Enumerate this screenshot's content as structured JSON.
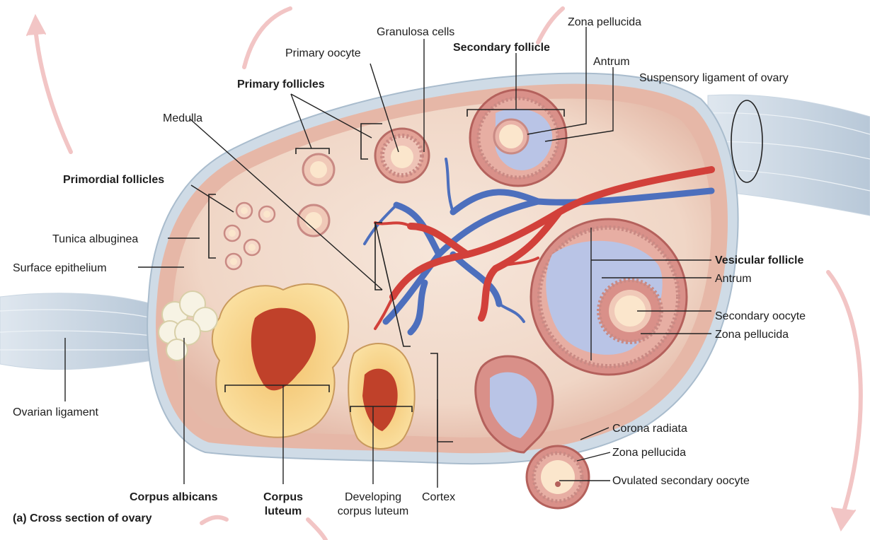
{
  "caption": "(a) Cross section of ovary",
  "labels": {
    "granulosa_cells": "Granulosa cells",
    "primary_oocyte": "Primary oocyte",
    "primary_follicles": "Primary follicles",
    "secondary_follicle": "Secondary follicle",
    "zona_pellucida_top": "Zona pellucida",
    "antrum_top": "Antrum",
    "suspensory_ligament": "Suspensory ligament of ovary",
    "medulla": "Medulla",
    "primordial_follicles": "Primordial follicles",
    "tunica_albuginea": "Tunica albuginea",
    "surface_epithelium": "Surface epithelium",
    "vesicular_follicle": "Vesicular follicle",
    "antrum_right": "Antrum",
    "secondary_oocyte": "Secondary oocyte",
    "zona_pellucida_right": "Zona pellucida",
    "ovarian_ligament": "Ovarian ligament",
    "corona_radiata": "Corona radiata",
    "zona_pellucida_bottom": "Zona pellucida",
    "ovulated_secondary_oocyte": "Ovulated secondary oocyte",
    "corpus_albicans": "Corpus albicans",
    "corpus_luteum_line1": "Corpus",
    "corpus_luteum_line2": "luteum",
    "developing_cl_line1": "Developing",
    "developing_cl_line2": "corpus luteum",
    "cortex": "Cortex"
  },
  "colors": {
    "ovary_fill": "#f3ddd0",
    "ovary_edge": "#b9c7d6",
    "cortex_tint": "#e8bfb0",
    "follicle_ring": "#c98a84",
    "antrum_fluid": "#b9c4e6",
    "oocyte": "#fbe6cc",
    "corpus_luteum": "#f6d389",
    "corpus_core": "#c0412a",
    "corpus_albicans": "#f7f3e4",
    "artery": "#d2403a",
    "vein": "#4d6fbd",
    "ligament": "#c8d4e0",
    "cycle_arrow": "#f2c5c5"
  }
}
